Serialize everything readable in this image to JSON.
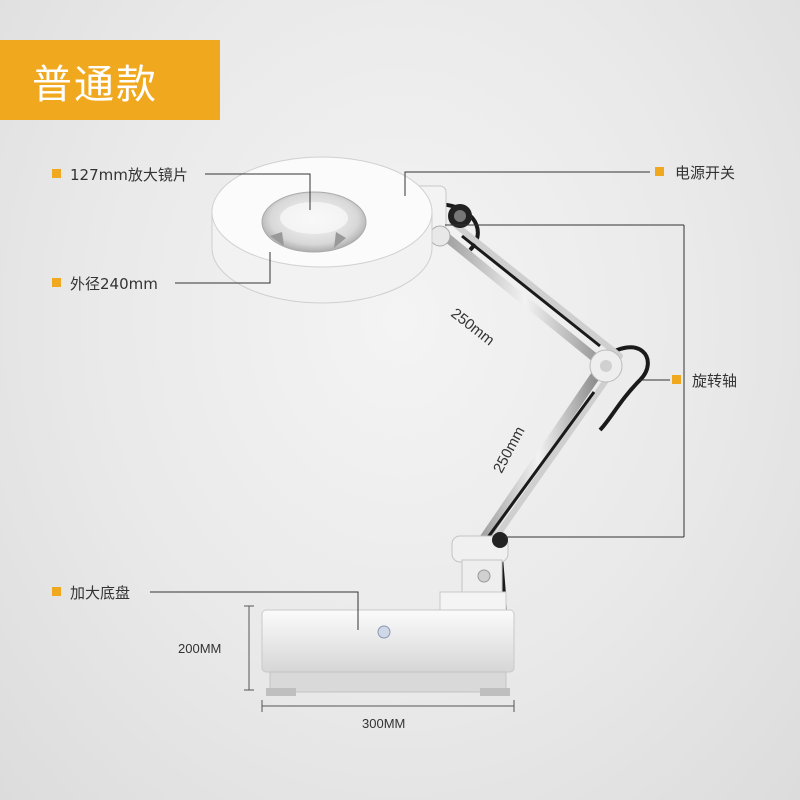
{
  "banner": {
    "title": "普通款"
  },
  "labels": {
    "lens": "127mm放大镜片",
    "diameter": "外径240mm",
    "power_switch": "电源开关",
    "rotation_axis": "旋转轴",
    "base": "加大底盘"
  },
  "dimensions": {
    "upper_arm": "250mm",
    "lower_arm": "250mm",
    "base_height": "200MM",
    "base_width": "300MM"
  },
  "colors": {
    "accent": "#f0a91f"
  },
  "icons": [
    "magnifier-lamp-illustration"
  ]
}
